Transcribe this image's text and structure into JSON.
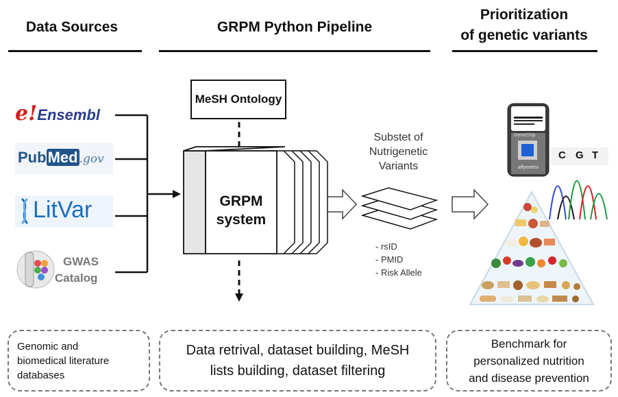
{
  "headers": {
    "col1": {
      "bold": "Data",
      "rest": " Sources"
    },
    "col2": "GRPM Python Pipeline",
    "col3_line1": "Prioritization",
    "col3_line2": "of genetic variants"
  },
  "sources": {
    "ensembl": {
      "prefix": "e!",
      "name": "Ensembl"
    },
    "pubmed": {
      "pub": "Pub",
      "med": "Med",
      "gov": ".gov"
    },
    "litvar": {
      "name": "LitVar"
    },
    "gwas": {
      "line1": "GWAS",
      "line2": "Catalog"
    }
  },
  "pipeline": {
    "mesh_box": "MeSH Ontology",
    "system_line1": "GRPM",
    "system_line2": "system"
  },
  "subset": {
    "line1": "Substet of",
    "line2": "Nutrigenetic",
    "line3": "Variants",
    "items": [
      "- rsID",
      "- PMID",
      "- Risk Allele"
    ]
  },
  "chip": {
    "bases": [
      "C",
      "G",
      "T"
    ],
    "brand": "affymetrix",
    "label": "GeneChip"
  },
  "bottom_boxes": {
    "left": {
      "line1": "Genomic and",
      "line2": "biomedical literature",
      "line3": "databases"
    },
    "middle": {
      "line1": "Data retrival, dataset building, MeSH",
      "line2": "lists  building, dataset filtering"
    },
    "right": {
      "line1": "Benchmark for",
      "line2": "personalized nutrition",
      "line3": "and disease prevention"
    }
  },
  "colors": {
    "ensembl_red": "#d32020",
    "ensembl_blue": "#2a3c8f",
    "pubmed_blue": "#20558a",
    "litvar_blue": "#1a6fc0",
    "chip_blue": "#1f5fd6"
  }
}
